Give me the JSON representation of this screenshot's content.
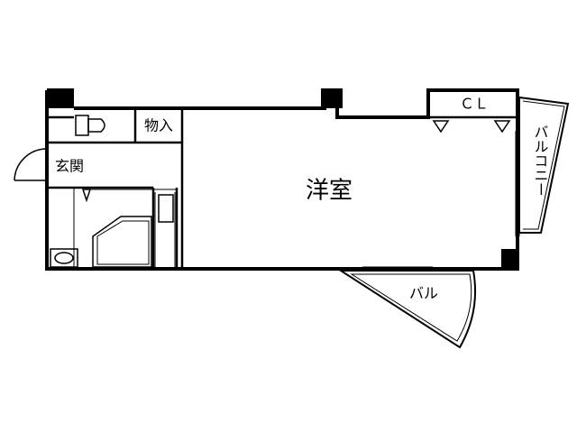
{
  "rooms": {
    "western_room": "洋室",
    "closet": "ＣＬ",
    "storage": "物入",
    "entrance": "玄関"
  },
  "balconies": {
    "side": "バルコニー",
    "front": "バル"
  },
  "colors": {
    "wall": "#000000",
    "background": "#ffffff"
  }
}
